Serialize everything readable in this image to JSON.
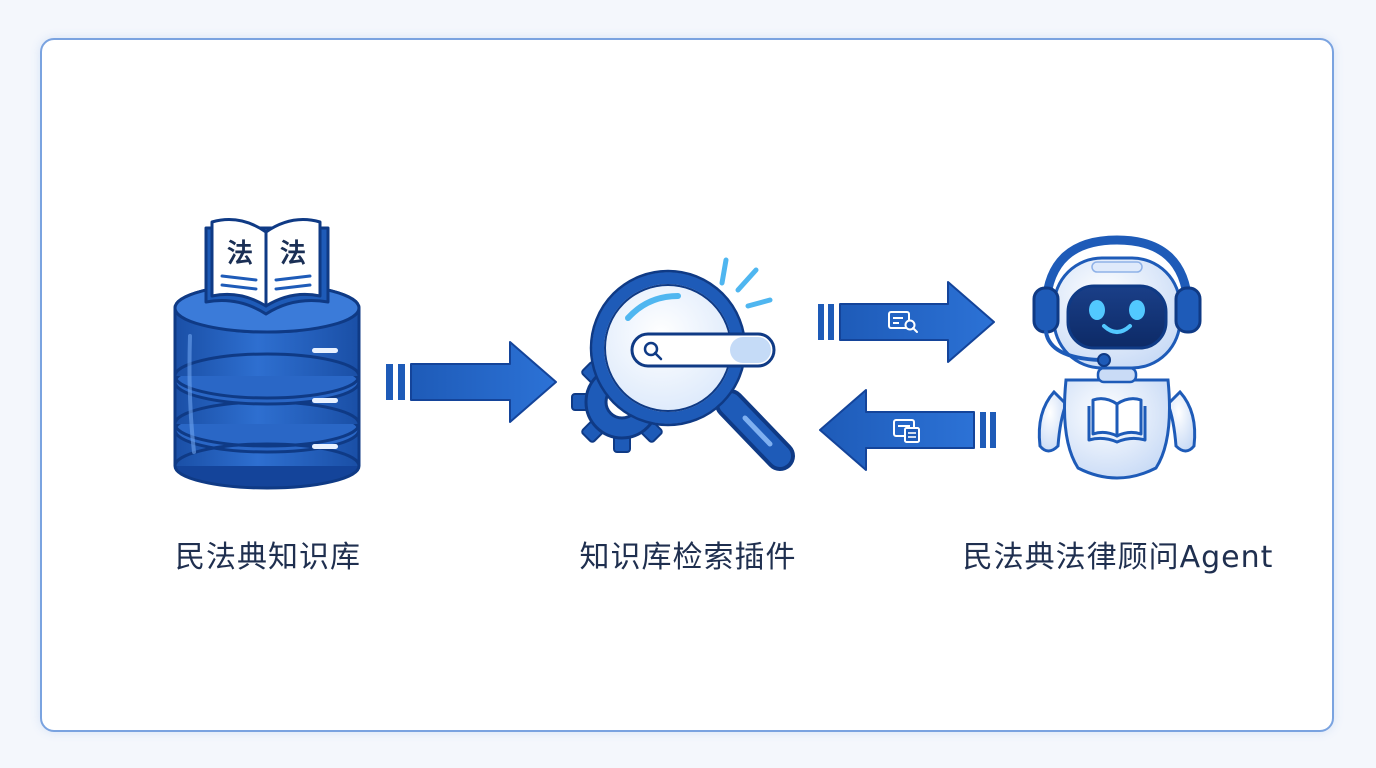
{
  "nodes": {
    "knowledge_base": {
      "label": "民法典知识库",
      "book_glyph": "法"
    },
    "plugin": {
      "label": "知识库检索插件"
    },
    "agent": {
      "label": "民法典法律顾问Agent"
    }
  },
  "icons": {
    "knowledge_base": "database-with-law-book-icon",
    "plugin": "magnifier-with-gear-icon",
    "agent": "robot-with-headset-icon",
    "query_arrow": "search-document-icon",
    "result_arrow": "reply-document-icon"
  },
  "colors": {
    "primary": "#1e5bb8",
    "dark": "#14449a",
    "light": "#dde9fb",
    "accent": "#4fb6f0"
  }
}
